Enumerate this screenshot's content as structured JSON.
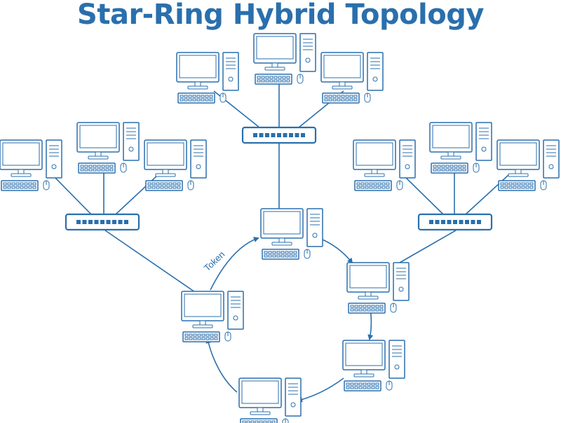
{
  "title": "Star-Ring Hybrid Topology",
  "token_label": "Token",
  "colors": {
    "primary": "#2a6fad",
    "background": "#ffffff"
  },
  "nodes": {
    "switches": [
      "switch-top",
      "switch-left",
      "switch-right"
    ],
    "computers": [
      "top-left-pc",
      "top-center-pc",
      "top-right-pc",
      "left-1-pc",
      "left-2-pc",
      "left-3-pc",
      "right-1-pc",
      "right-2-pc",
      "right-3-pc",
      "ring-top-pc",
      "ring-right-top-pc",
      "ring-right-bottom-pc",
      "ring-bottom-pc",
      "ring-left-pc"
    ]
  },
  "edges": [
    [
      "top-left-pc",
      "switch-top"
    ],
    [
      "top-center-pc",
      "switch-top"
    ],
    [
      "top-right-pc",
      "switch-top"
    ],
    [
      "left-1-pc",
      "switch-left"
    ],
    [
      "left-2-pc",
      "switch-left"
    ],
    [
      "left-3-pc",
      "switch-left"
    ],
    [
      "right-1-pc",
      "switch-right"
    ],
    [
      "right-2-pc",
      "switch-right"
    ],
    [
      "right-3-pc",
      "switch-right"
    ],
    [
      "switch-top",
      "ring-top-pc"
    ],
    [
      "switch-left",
      "ring-left-pc"
    ],
    [
      "switch-right",
      "ring-right-top-pc"
    ]
  ],
  "ring_order": [
    "ring-top-pc",
    "ring-right-top-pc",
    "ring-right-bottom-pc",
    "ring-bottom-pc",
    "ring-left-pc"
  ]
}
